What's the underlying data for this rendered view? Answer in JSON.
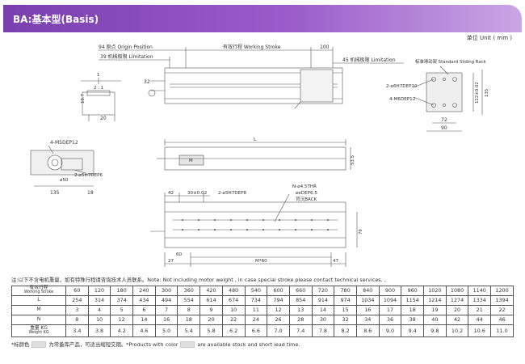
{
  "header": {
    "title": "BA:基本型(Basis)"
  },
  "unit_note": "单位 Unit ( mm )",
  "drawing": {
    "origin_pos": "94 原点 Origin Position",
    "working_stroke_top": "有效行程 Working Stroke",
    "dim_100": "100",
    "limit_39": "39 机械极限 Limitation",
    "limit_45": "45 机械极限 Limitation",
    "sliding_rack": "标准滑动架 Standard Sliding Rack",
    "dim_32": "32",
    "dim_20": "20",
    "dim_107": "10.7",
    "ratio_label": "1",
    "ratio_value": "2 : 1",
    "hole_10": "2-⌀6H7DEP10",
    "hole_12": "4-M6DEP12",
    "dim_122": "122±0.02",
    "dim_135_v": "135",
    "dim_72": "72",
    "dim_90": "90",
    "m5_label": "4-M5DEP12",
    "hole_6": "2-⌀5H7DEP6",
    "dim_50": "⌀50",
    "dim_135": "135",
    "dim_18": "18",
    "len_L": "L",
    "len_M": "M",
    "dim_535": "53.5",
    "thread_n": "N-⌀4.5THR",
    "thread_dep": "⌀eDEP6.5",
    "thread_back": "背沉BACK",
    "dim_42": "42",
    "dim_30": "30±0.02",
    "hole_8": "2-⌀5H7DEP8",
    "dim_79": "79",
    "dim_27": "27",
    "dim_60": "60",
    "dim_m60": "M*60",
    "dim_47": "47"
  },
  "note": "注:以下不含电机重量，如有特殊行程请咨询技术人员联系。Note: Not including motor weight , in case special stroke please contact technical services. .",
  "table": {
    "row_stroke_label": "有效行程",
    "row_stroke_label_en": "Working Stroke",
    "row_L_label": "L",
    "row_M_label": "M",
    "row_N_label": "N",
    "row_weight_label": "重量 KG",
    "row_weight_label_en": "Weight KG",
    "strokes": [
      "60",
      "120",
      "180",
      "240",
      "300",
      "360",
      "420",
      "480",
      "540",
      "600",
      "660",
      "720",
      "780",
      "840",
      "900",
      "960",
      "1020",
      "1080",
      "1140",
      "1200"
    ],
    "L": [
      "254",
      "314",
      "374",
      "434",
      "494",
      "554",
      "614",
      "674",
      "734",
      "794",
      "854",
      "914",
      "974",
      "1034",
      "1094",
      "1154",
      "1214",
      "1274",
      "1334",
      "1394"
    ],
    "M": [
      "3",
      "4",
      "5",
      "6",
      "7",
      "8",
      "9",
      "10",
      "11",
      "12",
      "13",
      "14",
      "15",
      "16",
      "17",
      "18",
      "19",
      "20",
      "21",
      "22"
    ],
    "N": [
      "8",
      "10",
      "12",
      "14",
      "16",
      "18",
      "20",
      "22",
      "24",
      "26",
      "28",
      "30",
      "32",
      "34",
      "36",
      "38",
      "40",
      "42",
      "44",
      "46"
    ],
    "weight": [
      "3.4",
      "3.8",
      "4.2",
      "4.6",
      "5.0",
      "5.4",
      "5.8",
      "6.2",
      "6.6",
      "7.0",
      "7.4",
      "7.8",
      "8.2",
      "8.6",
      "9.0",
      "9.4",
      "9.8",
      "10.2",
      "10.6",
      "11.0"
    ]
  },
  "footnote_prefix": "*标颜色",
  "footnote_suffix": "为常备库产品，可适当缩短交期。*Products with color",
  "footnote_end": "are available stock  and short lead time."
}
